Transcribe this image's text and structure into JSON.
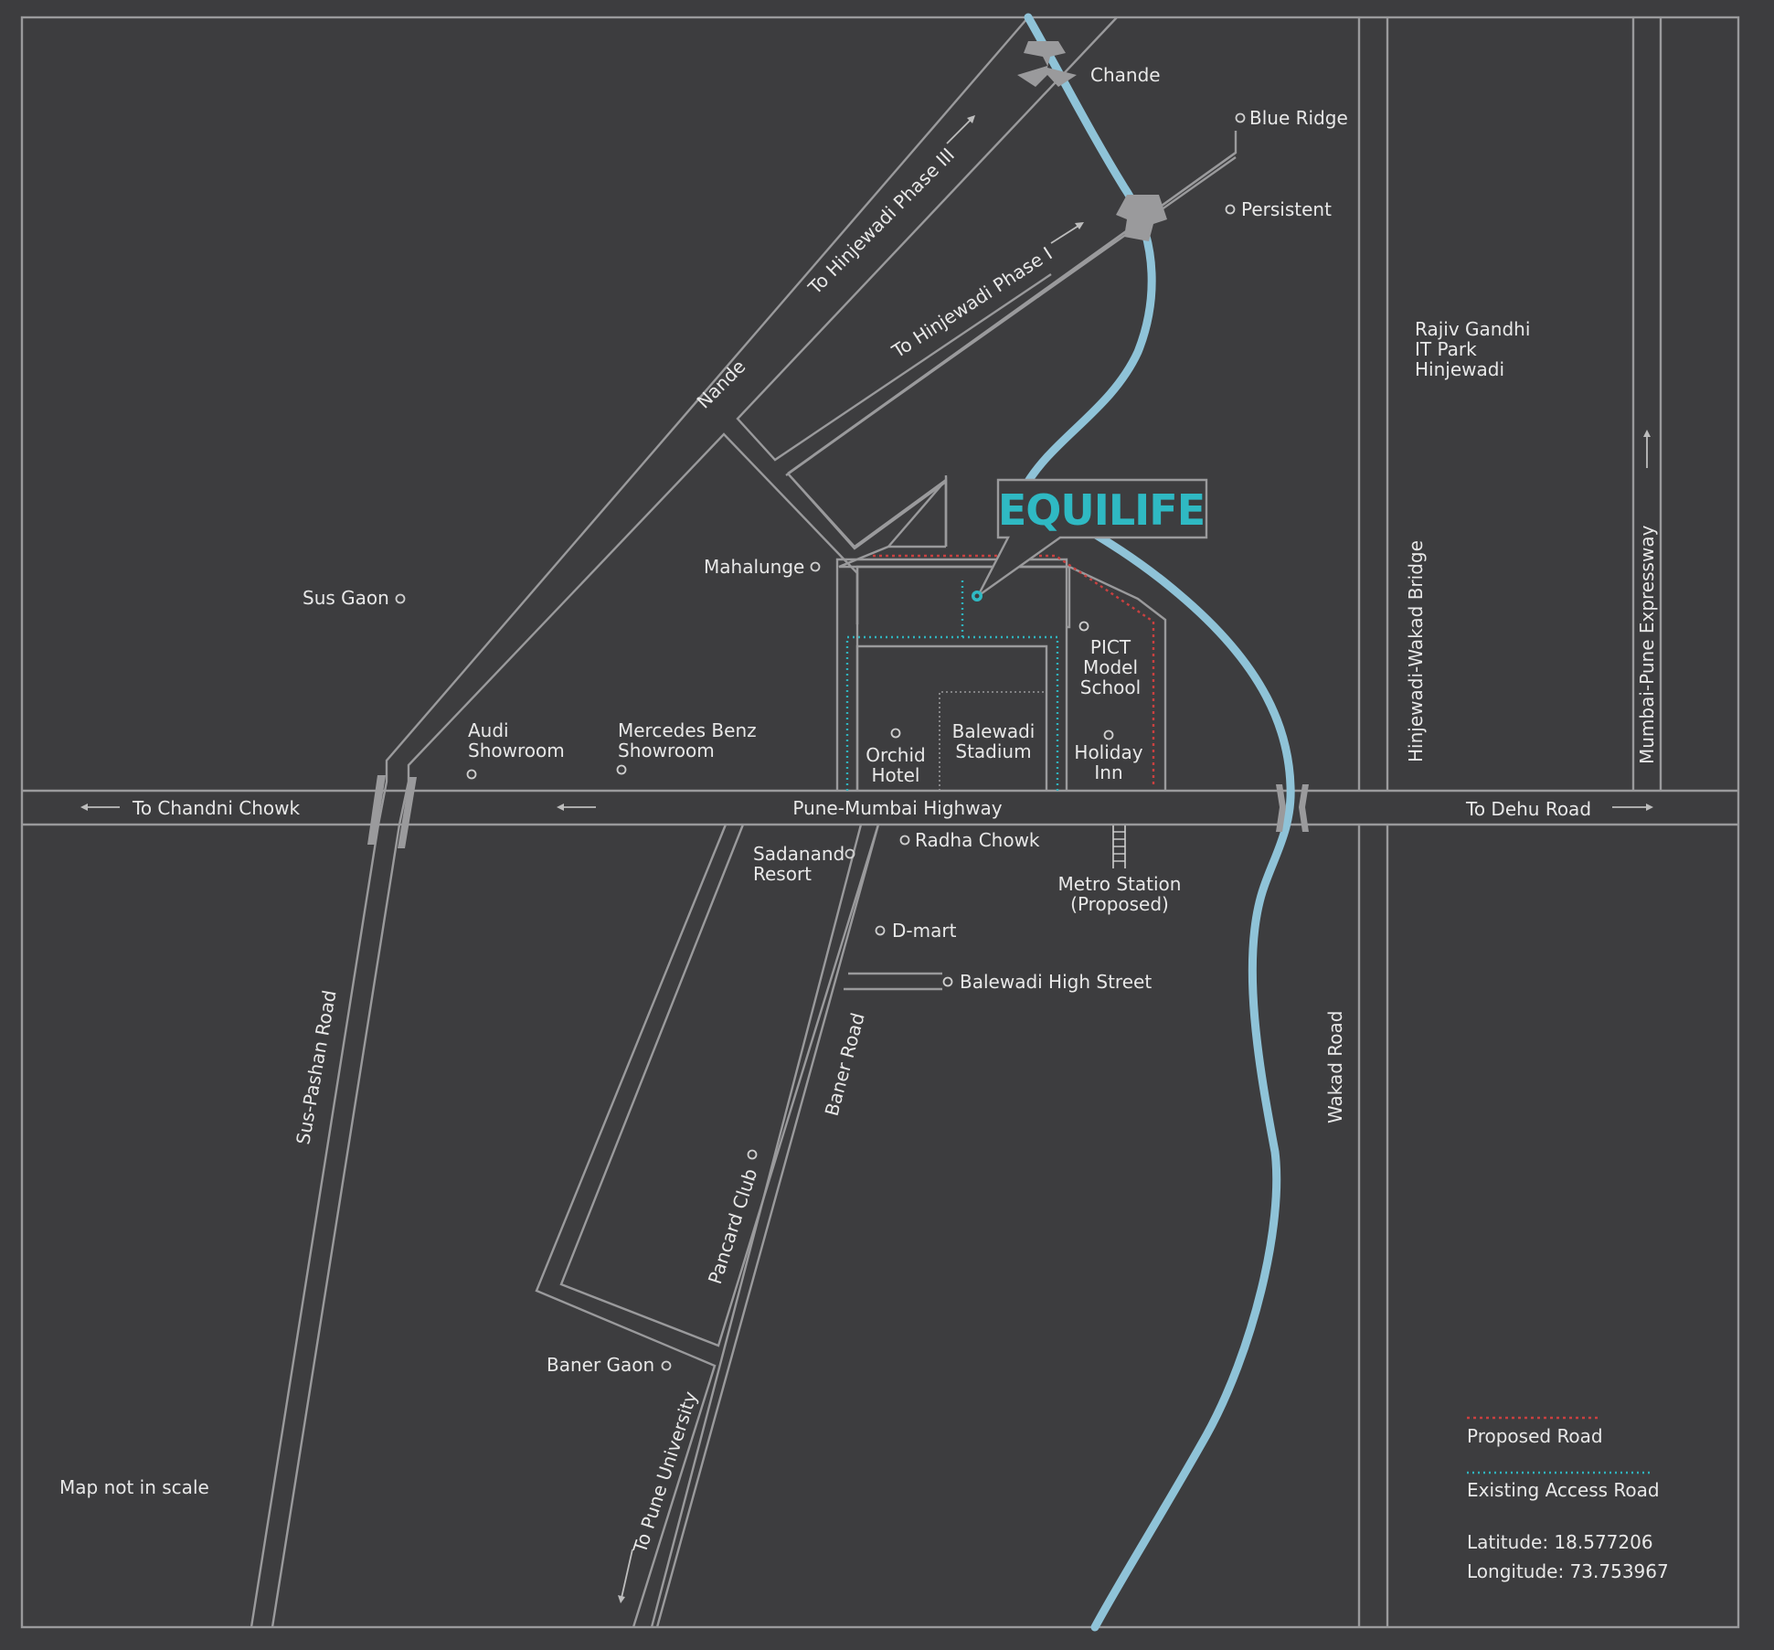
{
  "brand": {
    "name": "EQUILIFE",
    "color": "#2fb9c3"
  },
  "colors": {
    "background": "#3d3d3f",
    "road": "#9a9a9c",
    "river": "#8fc3d8",
    "proposed_road": "#c94040",
    "existing_access_road": "#2fb3bd"
  },
  "roads": {
    "pune_mumbai_highway": "Pune-Mumbai Highway",
    "to_chandni_chowk": "To Chandni Chowk",
    "to_dehu_road": "To Dehu Road",
    "to_hinjewadi_phase_3": "To Hinjewadi Phase III",
    "to_hinjewadi_phase_1": "To Hinjewadi Phase I",
    "nande": "Nande",
    "sus_pashan_road": "Sus-Pashan Road",
    "baner_road": "Baner Road",
    "pancard_club": "Pancard Club",
    "to_pune_university": "To Pune University",
    "wakad_road": "Wakad Road",
    "hinjewadi_wakad_bridge": "Hinjewadi-Wakad Bridge",
    "mumbai_pune_expressway": "Mumbai-Pune Expressway"
  },
  "places": {
    "chande": "Chande",
    "blue_ridge": "Blue Ridge",
    "persistent": "Persistent",
    "rajiv_gandhi": [
      "Rajiv Gandhi",
      "IT Park",
      "Hinjewadi"
    ],
    "mahalunge": "Mahalunge",
    "sus_gaon": "Sus Gaon",
    "audi": [
      "Audi",
      "Showroom"
    ],
    "mercedes": [
      "Mercedes Benz",
      "Showroom"
    ],
    "pict": [
      "PICT",
      "Model",
      "School"
    ],
    "orchid": [
      "Orchid",
      "Hotel"
    ],
    "balewadi_stadium": [
      "Balewadi",
      "Stadium"
    ],
    "holiday_inn": [
      "Holiday",
      "Inn"
    ],
    "sadanand": [
      "Sadanand",
      "Resort"
    ],
    "radha_chowk": "Radha Chowk",
    "metro": [
      "Metro Station",
      "(Proposed)"
    ],
    "dmart": "D-mart",
    "balewadi_high_street": "Balewadi High Street",
    "baner_gaon": "Baner Gaon"
  },
  "legend": {
    "proposed_road": "Proposed Road",
    "existing_access_road": "Existing Access Road",
    "latitude": "Latitude: 18.577206",
    "longitude": "Longitude: 73.753967"
  },
  "note": "Map not in scale"
}
